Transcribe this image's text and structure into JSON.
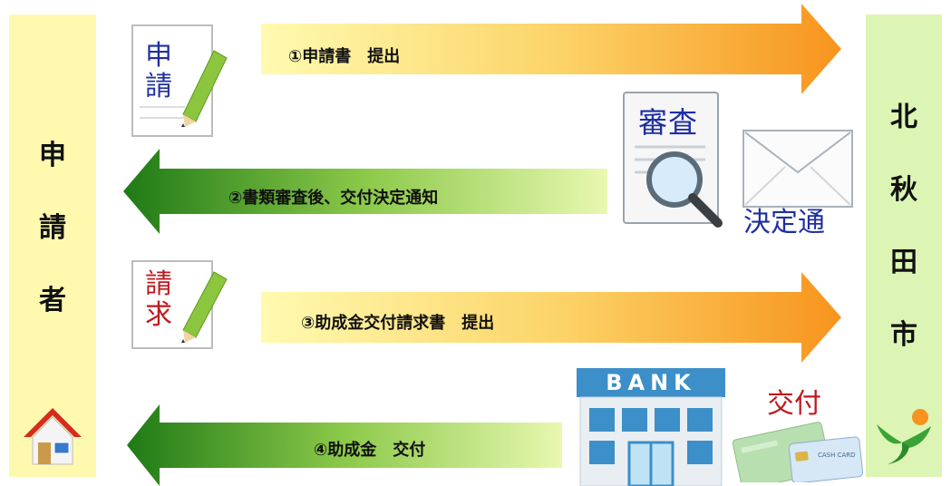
{
  "left_column": {
    "chars": [
      "申",
      "請",
      "者"
    ]
  },
  "right_column": {
    "chars": [
      "北",
      "秋",
      "田",
      "市"
    ]
  },
  "steps": [
    {
      "label": "①申請書　提出",
      "direction": "right"
    },
    {
      "label": "②書類審査後、交付決定通知",
      "direction": "left"
    },
    {
      "label": "③助成金交付請求書　提出",
      "direction": "right"
    },
    {
      "label": "④助成金　交付",
      "direction": "left"
    }
  ],
  "icons": {
    "application_doc": {
      "line1": "申",
      "line2": "請"
    },
    "claim_doc": {
      "line1": "請",
      "line2": "求"
    },
    "review_doc": {
      "text": "審査"
    },
    "decision_letter": {
      "text": "決定通"
    },
    "bank": {
      "text": "BANK"
    },
    "delivery": {
      "text": "交付"
    },
    "cash_card": {
      "text": "CASH CARD"
    }
  },
  "colors": {
    "orange_arrow": "#f7941d",
    "green_arrow": "#2e8b1e",
    "left_panel": "#fff9b0",
    "right_panel": "#dcf5b4"
  }
}
